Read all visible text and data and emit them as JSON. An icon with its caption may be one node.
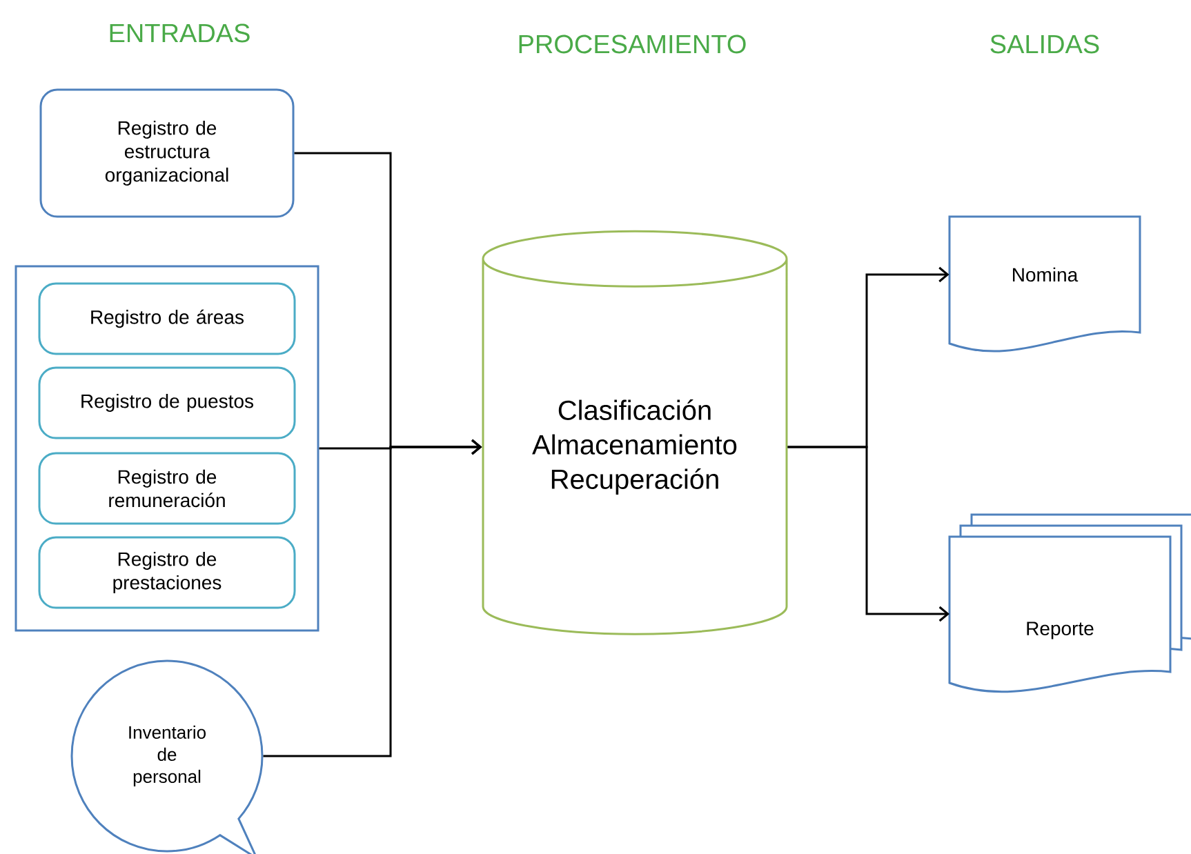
{
  "diagram": {
    "nodes": [
      {
        "text": [
          "Registro de estructura organizacional"
        ]
      },
      {
        "text": [],
        "shape": "box"
      },
      {
        "text": [
          "Registro de áreas"
        ],
        "in": 1
      },
      {
        "text": [
          "Registro de puestos"
        ],
        "in": 1
      },
      {
        "text": [
          "Registro de remuneración"
        ],
        "in": 1
      },
      {
        "text": [
          "Registro de prestaciones"
        ],
        "in": 1
      },
      {
        "text": [
          "Inventario de personal"
        ]
      },
      {
        "text": [
          "Clasificación Almacenamiento Recuperación"
        ]
      },
      {
        "text": [
          "Nomina"
        ]
      },
      {
        "text": [
          "Reporte"
        ]
      }
    ],
    "edges": [
      {
        "from": 0,
        "to": 7,
        "arrow": "to"
      },
      {
        "from": 1,
        "to": 7,
        "arrow": "to"
      },
      {
        "from": 6,
        "to": 7,
        "arrow": "to"
      },
      {
        "from": 7,
        "to": 8,
        "arrow": "to"
      },
      {
        "from": 7,
        "to": 9,
        "arrow": "to"
      }
    ],
    "labels": [
      "ENTRADAS",
      "PROCESAMIENTO",
      "SALIDAS"
    ]
  }
}
